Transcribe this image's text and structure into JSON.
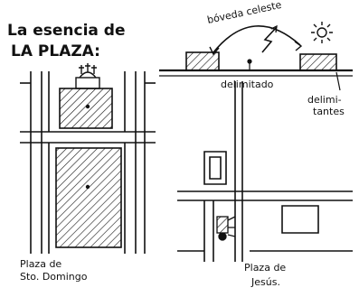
{
  "title": {
    "line1": "La esencia de",
    "line2": "LA PLAZA:"
  },
  "labels": {
    "boveda": "bóveda celeste",
    "delimitado": "delimitado",
    "delimitantes_1": "delimi-",
    "delimitantes_2": "tantes",
    "plaza_domingo_1": "Plaza de",
    "plaza_domingo_2": "Sto. Domingo",
    "plaza_jesus_1": "Plaza de",
    "plaza_jesus_2": "Jesús."
  },
  "icons": [
    "sun-icon",
    "lightning-arrow-icon",
    "church-icon",
    "person-icon"
  ],
  "colors": {
    "ink": "#111111",
    "paper": "#ffffff"
  }
}
